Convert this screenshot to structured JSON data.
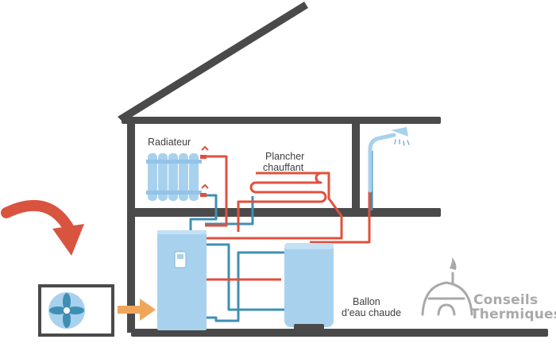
{
  "labels": {
    "radiator": "Radiateur",
    "floor_heating_line1": "Plancher",
    "floor_heating_line2": "chauffant",
    "tank_line1": "Ballon",
    "tank_line2": "d’eau chaude"
  },
  "logo": {
    "line1": "Conseils",
    "line2": "Thermiques"
  },
  "colors": {
    "wall": "#4a4a4a",
    "hot_pipe": "#e0513c",
    "cold_pipe": "#3f8fb4",
    "equipment_blue": "#a8d1ee",
    "arrow_red": "#d9543f",
    "arrow_orange": "#f0a65a",
    "logo_gray": "#a9a9a9"
  }
}
